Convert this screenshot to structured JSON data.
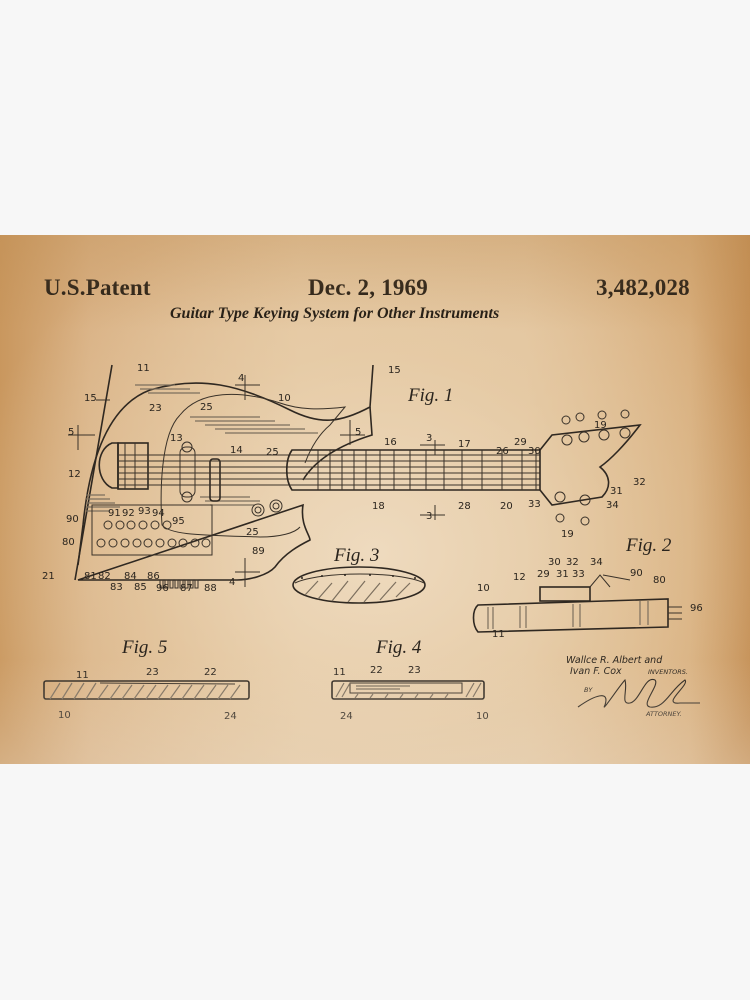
{
  "header": {
    "left": "U.S.Patent",
    "center": "Dec. 2, 1969",
    "right": "3,482,028",
    "title": "Guitar Type Keying System for Other Instruments"
  },
  "figures": {
    "fig1": "Fig. 1",
    "fig2": "Fig. 2",
    "fig3": "Fig. 3",
    "fig4": "Fig. 4",
    "fig5": "Fig. 5"
  },
  "fig1_labels": {
    "body_top": [
      "11",
      "15",
      "23",
      "25",
      "4",
      "10",
      "15"
    ],
    "body_mid": [
      "5",
      "13",
      "14",
      "12",
      "25"
    ],
    "neck": [
      "5",
      "16",
      "3",
      "17",
      "26",
      "29",
      "30",
      "19",
      "18",
      "3",
      "28",
      "20",
      "33",
      "31",
      "32",
      "34",
      "19"
    ],
    "controls": [
      "90",
      "91",
      "92",
      "93",
      "94",
      "95",
      "80",
      "25",
      "89",
      "21",
      "81",
      "82",
      "83",
      "84",
      "85",
      "86",
      "96",
      "87",
      "88",
      "4"
    ]
  },
  "fig2_labels": [
    "30",
    "32",
    "34",
    "12",
    "29",
    "31",
    "33",
    "90",
    "80",
    "10",
    "96",
    "11"
  ],
  "fig4_labels": [
    "11",
    "22",
    "23",
    "24",
    "10"
  ],
  "fig5_labels": [
    "11",
    "23",
    "22",
    "10",
    "24"
  ],
  "signature": {
    "inventor_line1": "Wallce R. Albert and",
    "inventor_line2": "Ivan F. Cox",
    "inventors_caption": "INVENTORS.",
    "by": "BY",
    "attorney_caption": "ATTORNEY."
  },
  "colors": {
    "page_bg": "#f7f7f7",
    "paper": "#e2c39c",
    "ink": "#1f1a14"
  }
}
